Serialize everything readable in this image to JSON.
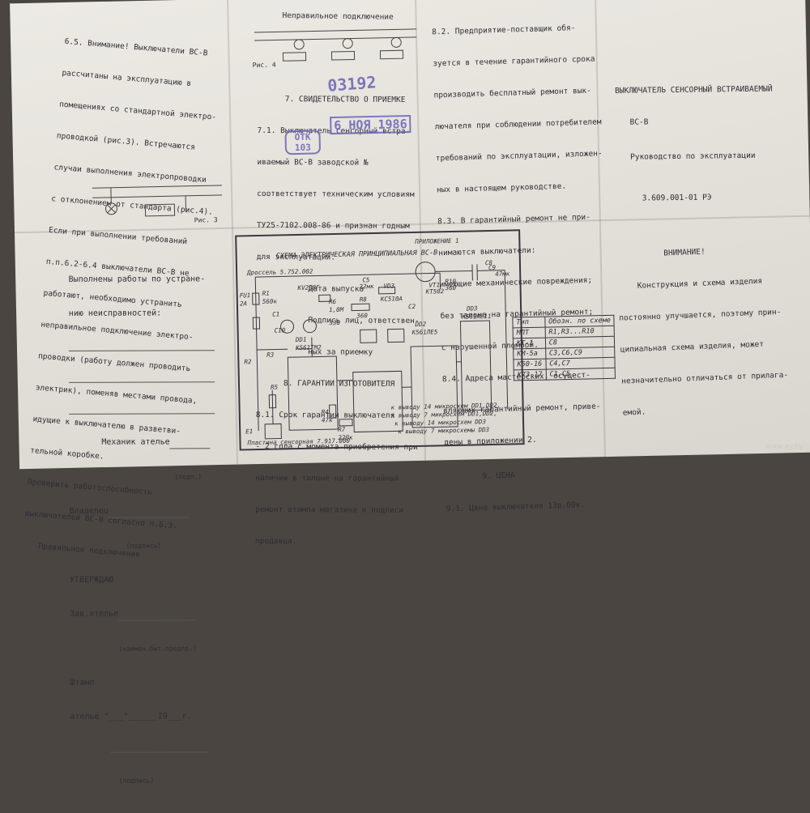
{
  "left_column": {
    "lines": [
      "6.5. Внимание! Выключатели ВС-В",
      "рассчитаны на эксплуатацию в",
      "помещениях со стандартной электро-",
      "проводкой (рис.3). Встречаются",
      "случаи выполнения электропроводки",
      "с отклонением от стандарта (рис.4).",
      "Если при выполнении требований",
      "п.п.6.2-6.4 выключатели ВС-В не",
      "работают, необходимо устранить",
      "неправильное подключение электро-",
      "проводки (работу должен проводить",
      "электрик), поменяв местами провода,",
      "идущие к выключателю в разветви-",
      "тельной коробке.",
      "Проверить работоспособность",
      "выключателей ВС-В согласно п.6.3."
    ],
    "fig_title": "Правильное подключение",
    "fig_caption": "Рис. 3"
  },
  "middle_column": {
    "fig_title": "Неправильное подключение",
    "fig_caption": "Рис. 4",
    "section7_title": "7. СВИДЕТЕЛЬСТВО О ПРИЕМКЕ",
    "section7_lines": [
      "7.1. Выключатель сенсорный встра-",
      "иваемый ВС-В заводской №",
      "соответствует техническим условиям",
      "ТУ25-7102.008-86 и признан годным",
      "для эксплуатации.",
      "Дата выпуска",
      "Подпись лиц, ответствен-",
      "ных за приемку"
    ],
    "section8_title": "8. ГАРАНТИИ ИЗГОТОВИТЕЛЯ",
    "section8_lines": [
      "8.1. Срок гарантии выключателя",
      "- 2 года с момента приобретения при",
      "наличии в талоне на гарантийный",
      "ремонт штампа магазина и подписи",
      "продавца."
    ]
  },
  "right_text_column": {
    "lines": [
      "8.2. Предприятие-поставщик обя-",
      "зуется в течение гарантийного срока",
      "производить бесплатный ремонт вык-",
      "лючателя при соблюдении потребителем",
      "требований по эксплуатации, изложен-",
      "ных в настоящем руководстве.",
      "8.3. В гарантийный ремонт не при-",
      "нимаются выключатели:",
      "имеющие механические повреждения;",
      "без талона на гарантийный ремонт;",
      "с нарушенной пломбой.",
      "8.4. Адреса мастерских, осущест-",
      "вляющих гарантийный ремонт, приве-",
      "дены в приложении 2."
    ],
    "section9_title": "9. ЦЕНА",
    "price_line": "9.1. Цена выключателя 13р.00к."
  },
  "cover": {
    "title": "ВЫКЛЮЧАТЕЛЬ СЕНСОРНЫЙ ВСТРАИВАЕМЫЙ",
    "model": "ВС-В",
    "subtitle": "Руководство по эксплуатации",
    "code": "3.609.001-01 РЭ"
  },
  "attention_box": {
    "heading": "ВНИМАНИЕ!",
    "lines": [
      "Конструкция и схема изделия",
      "постоянно улучшается, поэтому прин-",
      "ципиальная схема изделия, может",
      "незначительно отличаться от прилага-",
      "емой."
    ]
  },
  "repair_form": {
    "line1": "Выполнены работы по устране-",
    "line2": "нию неисправностей:",
    "mechanic": "Механик ателье",
    "mechanic_sig": "(подп.)",
    "owner": "Владелец",
    "owner_sig": "(подпись)",
    "approve": "УТВЕРЖДАЮ",
    "head": "Зав.ателье",
    "head_sub": "(наимен.быт.предпр.)",
    "stamp": "Штамп",
    "date_line": "ателье \"___\"______I9___г.",
    "final_sig": "(подпись)"
  },
  "stamps": {
    "serial": "03192",
    "date": "6 НОЯ 1986",
    "otk_top": "ОТК",
    "otk_num": "103"
  },
  "schematic": {
    "appendix": "ПРИЛОЖЕНИЕ 1",
    "title": "СХЕМА ЭЛЕКТРИЧЕСКАЯ ПРИНЦИПИАЛЬНАЯ ВС-В",
    "plate": "Пластина сенсорная 7.917.000",
    "choke": "Дроссель 5.752.002",
    "labels": [
      "FU1",
      "2А",
      "R1",
      "560к",
      "KV208Г",
      "C5",
      "22мк",
      "R8",
      "360",
      "VD3",
      "KC510А",
      "C2",
      "C1",
      "330",
      "R6",
      "1,0М",
      "C8",
      "R10",
      "360",
      "VT1",
      "КТ502",
      "C9",
      "47мк",
      "DD1",
      "К561ТМ2",
      "DD2",
      "К561ЛЕ5",
      "DD3",
      "К561ЛЕ11",
      "C10",
      "R2",
      "R3",
      "R4",
      "47к",
      "R7",
      "220к",
      "R5",
      "E1"
    ],
    "notes": [
      "к выводу 14 микросхем DD1,DD2,",
      "к выводу 7 микросхем DD1,DD2,",
      "к выводу 14 микросхем DD3",
      "к выводу 7 микросхемы DD3"
    ]
  },
  "type_table": {
    "headers": [
      "Тип",
      "Обозн. по схеме"
    ],
    "rows": [
      [
        "МЛТ",
        "R1,R3...R10"
      ],
      [
        "КТ-1",
        "C8"
      ],
      [
        "КМ-5а",
        "C3,C6,C9"
      ],
      [
        "К50-16",
        "C4,C7"
      ],
      [
        "К73-17",
        "C1,C5"
      ]
    ]
  },
  "watermark": "www.ay.by"
}
